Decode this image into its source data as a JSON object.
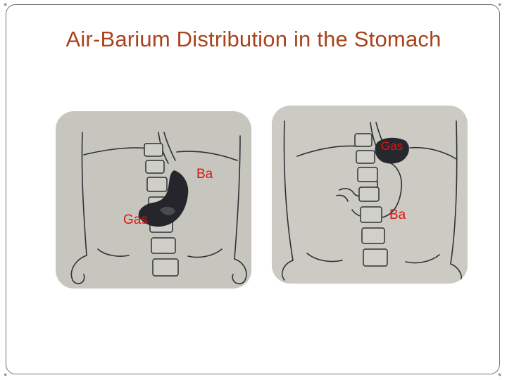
{
  "slide": {
    "title": "Air-Barium Distribution in the Stomach"
  },
  "left_panel": {
    "labels": {
      "ba": "Ba",
      "gas": "Gas"
    }
  },
  "right_panel": {
    "labels": {
      "gas": "Gas",
      "ba": "Ba"
    }
  },
  "colors": {
    "title": "#a8431c",
    "label": "#e01410",
    "panel_bg": "#c9c8c1",
    "ink": "#2a2d33"
  }
}
